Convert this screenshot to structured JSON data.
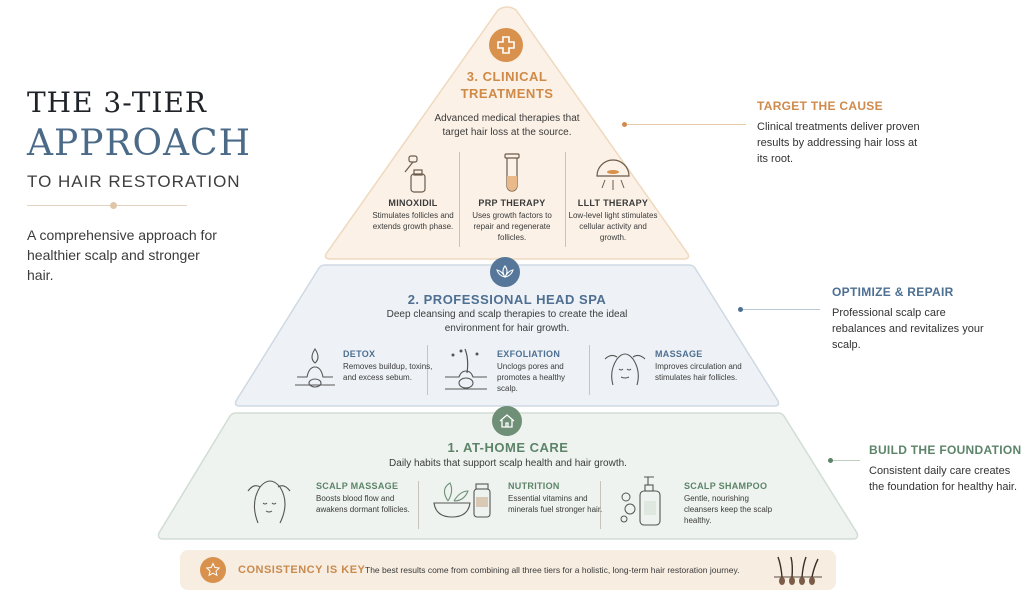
{
  "header": {
    "line1": "THE 3-TIER",
    "line2": "APPROACH",
    "line3": "TO HAIR RESTORATION"
  },
  "intro": "A comprehensive approach for healthier scalp and stronger hair.",
  "tiers": {
    "clinical": {
      "title": "3. CLINICAL TREATMENTS",
      "description": "Advanced medical therapies that target hair loss at the source.",
      "icon": "medical-cross-icon",
      "color": "#d8924e",
      "items": [
        {
          "name": "MINOXIDIL",
          "desc": "Stimulates follicles and extends growth phase.",
          "icon": "dropper-bottle-icon"
        },
        {
          "name": "PRP THERAPY",
          "desc": "Uses growth factors to repair and regenerate follicles.",
          "icon": "test-tube-icon"
        },
        {
          "name": "LLLT THERAPY",
          "desc": "Low-level light stimulates cellular activity and growth.",
          "icon": "light-cap-icon"
        }
      ]
    },
    "spa": {
      "title": "2. PROFESSIONAL HEAD SPA",
      "description": "Deep cleansing and scalp therapies to create the ideal environment for hair growth.",
      "icon": "lotus-icon",
      "color": "#56779a",
      "items": [
        {
          "name": "DETOX",
          "desc": "Removes buildup, toxins, and excess sebum.",
          "icon": "droplet-follicle-icon"
        },
        {
          "name": "EXFOLIATION",
          "desc": "Unclogs pores and promotes a healthy scalp.",
          "icon": "follicle-icon"
        },
        {
          "name": "MASSAGE",
          "desc": "Improves circulation and stimulates hair follicles.",
          "icon": "head-massage-icon"
        }
      ]
    },
    "home": {
      "title": "1. AT-HOME CARE",
      "description": "Daily habits that support scalp health and hair growth.",
      "icon": "house-icon",
      "color": "#6f8f77",
      "items": [
        {
          "name": "SCALP MASSAGE",
          "desc": "Boosts blood flow and awakens dormant follicles.",
          "icon": "woman-massage-icon"
        },
        {
          "name": "NUTRITION",
          "desc": "Essential vitamins and minerals fuel stronger hair.",
          "icon": "bowl-supplement-icon"
        },
        {
          "name": "SCALP SHAMPOO",
          "desc": "Gentle, nourishing cleansers keep the scalp healthy.",
          "icon": "pump-bottle-icon"
        }
      ]
    }
  },
  "notes": {
    "target": {
      "head": "TARGET THE CAUSE",
      "body": "Clinical treatments deliver proven results by addressing hair loss at its root.",
      "color": "#cf8a4c"
    },
    "optimize": {
      "head": "OPTIMIZE & REPAIR",
      "body": "Professional scalp care rebalances and revitalizes your scalp.",
      "color": "#4d6f92"
    },
    "foundation": {
      "head": "BUILD THE FOUNDATION",
      "body": "Consistent daily care creates the foundation for healthy hair.",
      "color": "#5c8469"
    }
  },
  "footer": {
    "label": "CONSISTENCY IS KEY",
    "text": "The best results come from combining all three tiers for a holistic, long-term hair restoration journey.",
    "badge_icon": "star-badge-icon",
    "end_icon": "hair-follicles-icon"
  }
}
